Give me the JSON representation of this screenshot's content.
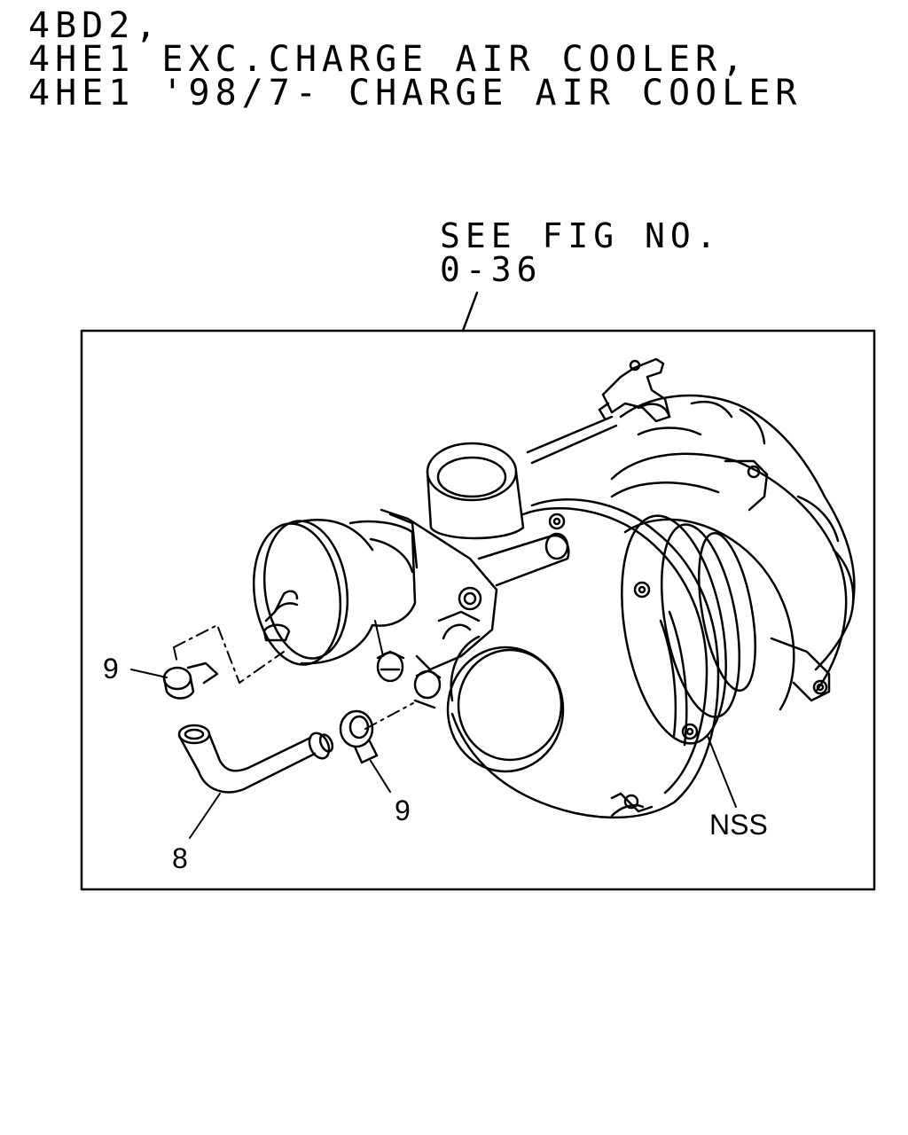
{
  "header": {
    "lines": [
      "4BD2,",
      "4HE1 EXC.CHARGE AIR COOLER,",
      "4HE1 '98/7- CHARGE AIR COOLER"
    ]
  },
  "reference": {
    "line1": "SEE FIG NO.",
    "line2": "0-36"
  },
  "callouts": {
    "clamp_upper": "9",
    "clamp_lower": "9",
    "hose": "8",
    "turbo": "NSS"
  }
}
